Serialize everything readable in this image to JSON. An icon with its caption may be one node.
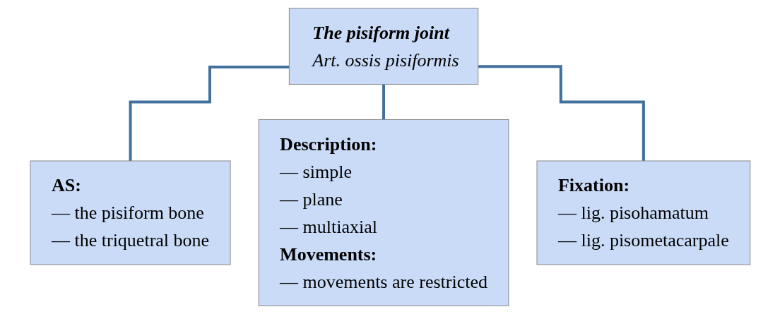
{
  "diagram": {
    "nodes": [
      {
        "text": [
          "The pisiform joint",
          "Art. ossis pisiformis"
        ]
      },
      {
        "text": [
          "AS:",
          "— the pisiform bone",
          "— the triquetral bone"
        ]
      },
      {
        "text": [
          "Description:",
          "— simple",
          "— plane",
          "— multiaxial",
          "Movements:",
          "— movements are restricted"
        ]
      },
      {
        "text": [
          "Fixation:",
          "— lig. pisohamatum",
          "— lig. pisometacarpale"
        ]
      }
    ],
    "edges": [
      {
        "from": 0,
        "to": 1,
        "arrow": "none"
      },
      {
        "from": 0,
        "to": 2,
        "arrow": "none"
      },
      {
        "from": 0,
        "to": 3,
        "arrow": "none"
      }
    ]
  }
}
